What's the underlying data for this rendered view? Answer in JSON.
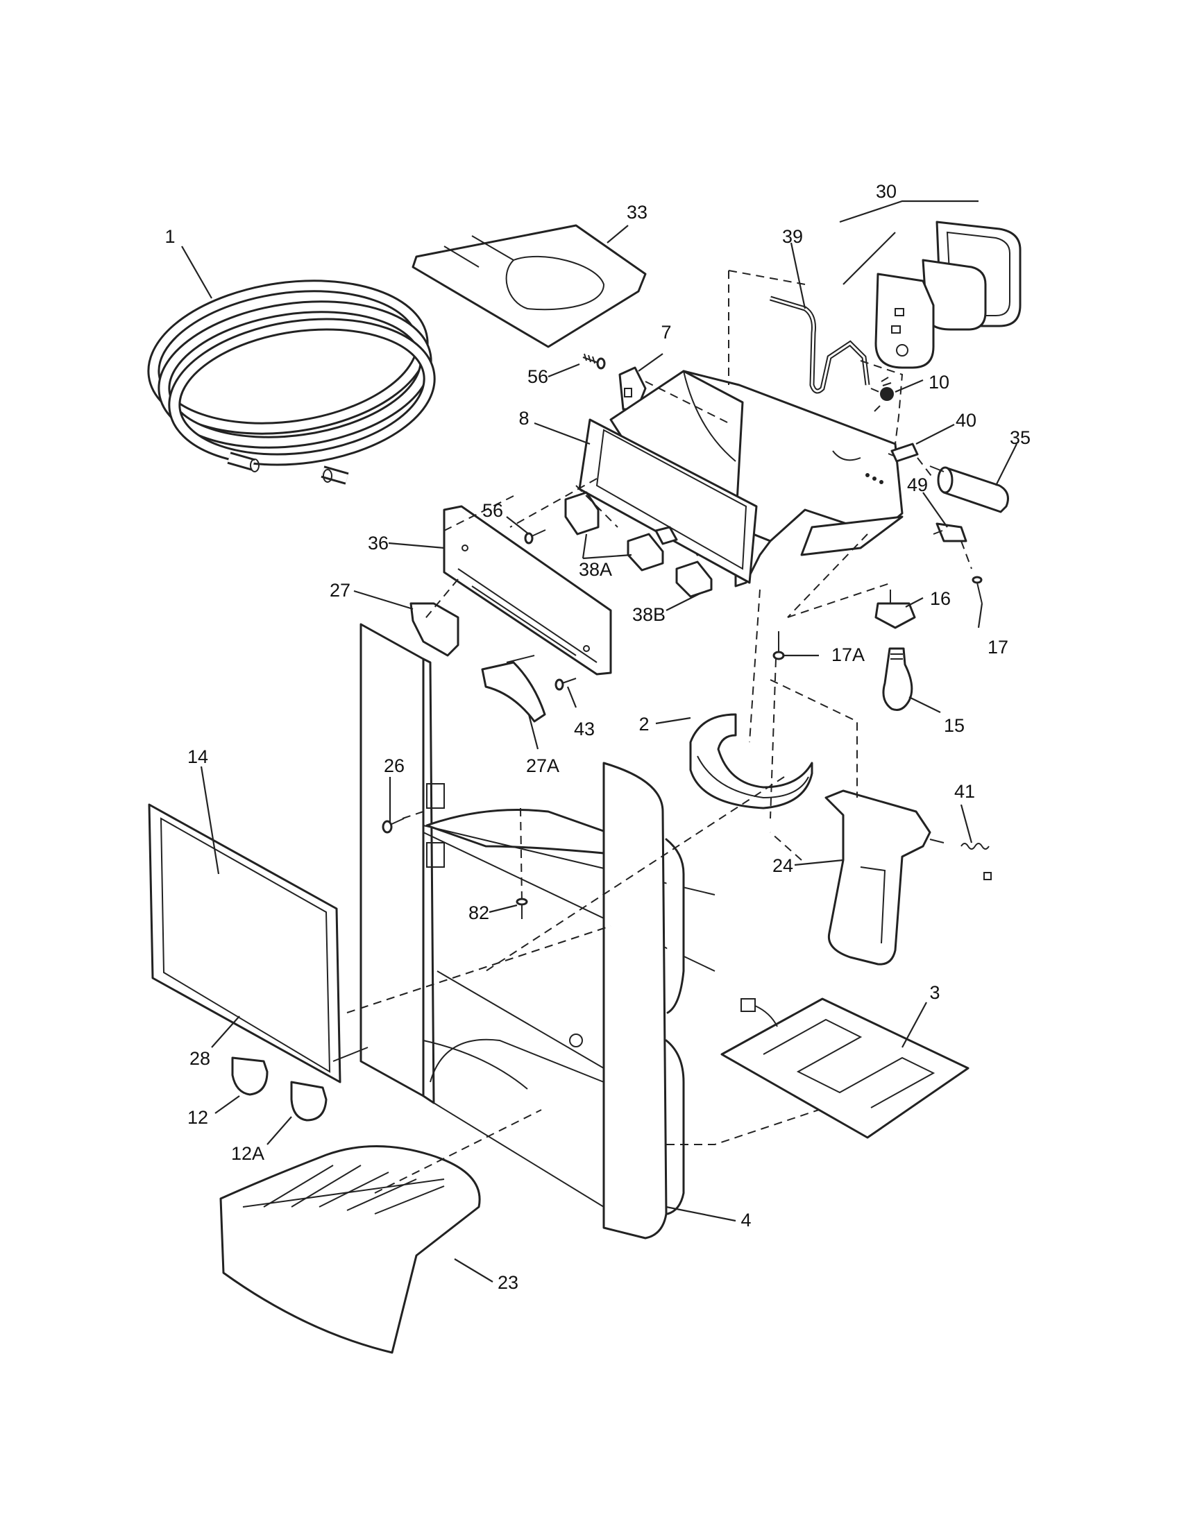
{
  "diagram": {
    "callouts": [
      {
        "id": "c1",
        "label": "1"
      },
      {
        "id": "c33",
        "label": "33"
      },
      {
        "id": "c30",
        "label": "30"
      },
      {
        "id": "c39",
        "label": "39"
      },
      {
        "id": "c7",
        "label": "7"
      },
      {
        "id": "c56a",
        "label": "56"
      },
      {
        "id": "c10",
        "label": "10"
      },
      {
        "id": "c8",
        "label": "8"
      },
      {
        "id": "c40",
        "label": "40"
      },
      {
        "id": "c35",
        "label": "35"
      },
      {
        "id": "c56b",
        "label": "56"
      },
      {
        "id": "c49",
        "label": "49"
      },
      {
        "id": "c36",
        "label": "36"
      },
      {
        "id": "c38a",
        "label": "38A"
      },
      {
        "id": "c27",
        "label": "27"
      },
      {
        "id": "c38b",
        "label": "38B"
      },
      {
        "id": "c16",
        "label": "16"
      },
      {
        "id": "c17",
        "label": "17"
      },
      {
        "id": "c17a",
        "label": "17A"
      },
      {
        "id": "c43",
        "label": "43"
      },
      {
        "id": "c2",
        "label": "2"
      },
      {
        "id": "c15",
        "label": "15"
      },
      {
        "id": "c14",
        "label": "14"
      },
      {
        "id": "c26",
        "label": "26"
      },
      {
        "id": "c27a",
        "label": "27A"
      },
      {
        "id": "c41",
        "label": "41"
      },
      {
        "id": "c24",
        "label": "24"
      },
      {
        "id": "c82",
        "label": "82"
      },
      {
        "id": "c3",
        "label": "3"
      },
      {
        "id": "c28",
        "label": "28"
      },
      {
        "id": "c12",
        "label": "12"
      },
      {
        "id": "c12a",
        "label": "12A"
      },
      {
        "id": "c4",
        "label": "4"
      },
      {
        "id": "c23",
        "label": "23"
      }
    ]
  }
}
